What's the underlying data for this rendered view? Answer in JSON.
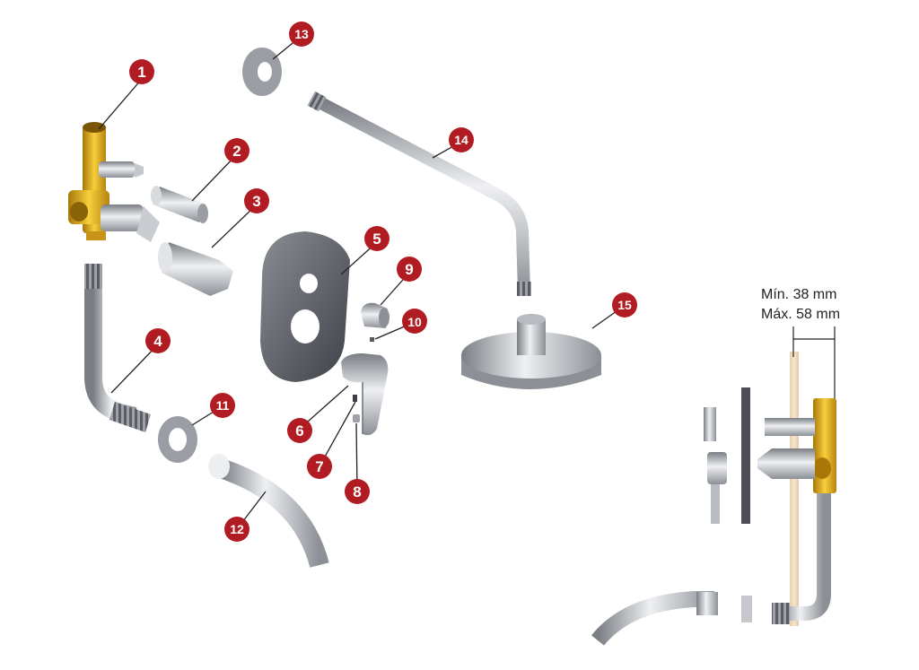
{
  "diagram": {
    "callouts": [
      "1",
      "2",
      "3",
      "4",
      "5",
      "6",
      "7",
      "8",
      "9",
      "10",
      "11",
      "12",
      "13",
      "14",
      "15"
    ],
    "dimension": {
      "min_label": "Mín. 38 mm",
      "max_label": "Máx. 58 mm"
    }
  },
  "colors": {
    "callout_red": "#b01c22",
    "brass": "#d9a21a",
    "chrome": "#b8bcc2",
    "dark_plate": "#5c6066",
    "wall": "#f0dcc0"
  }
}
